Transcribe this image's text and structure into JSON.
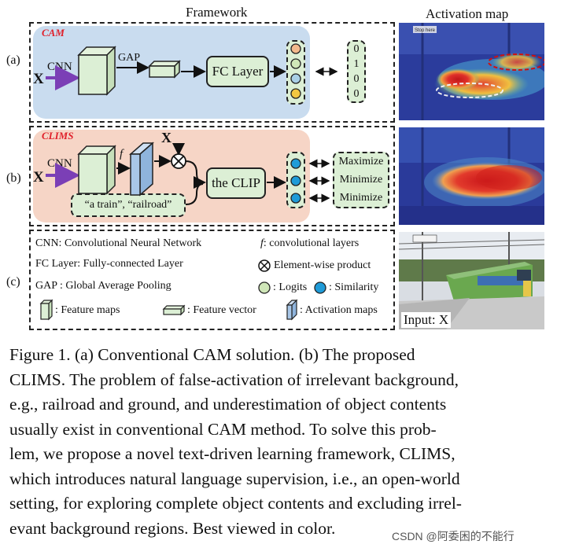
{
  "header": {
    "framework": "Framework",
    "activation_map": "Activation map"
  },
  "rows": {
    "a": {
      "label": "(a)",
      "tag": "CAM",
      "input": "X",
      "cnn": "CNN",
      "gap": "GAP",
      "fc": "FC Layer",
      "labels_vector": [
        "0",
        "1",
        "0",
        "0"
      ],
      "logit_colors": [
        "#f3b98c",
        "#cfe6b8",
        "#a9cfe6",
        "#f3c742"
      ]
    },
    "b": {
      "label": "(b)",
      "tag": "CLIMS",
      "input": "X",
      "cnn": "CNN",
      "f": "f",
      "x_top": "X",
      "clip": "the CLIP",
      "text": "“a train”, “railroad”",
      "objectives": [
        "Maximize",
        "Minimize",
        "Minimize"
      ]
    },
    "c": {
      "label": "(c)",
      "legend": {
        "cnn": "CNN: Convolutional Neural Network",
        "fc": "FC Layer: Fully-connected Layer",
        "gap": "GAP : Global Average Pooling",
        "f": ": convolutional layers",
        "f_symbol": "f",
        "elementwise": "Element-wise product",
        "logits": ": Logits",
        "similarity": ": Similarity",
        "feature_maps": ": Feature maps",
        "feature_vector": ": Feature vector",
        "activation_maps": ": Activation maps"
      },
      "input_label": "Input: X"
    }
  },
  "photo_sign": "Stop here",
  "colors": {
    "cam_bg": "#c9dcef",
    "clims_bg": "#f6d5c6",
    "box_green": "#dcefd5",
    "arrow_purple": "#7b3fb6",
    "tag_red": "#e0202a",
    "similarity_blue": "#1f9bd8"
  },
  "caption": [
    "Figure 1.   (a) Conventional CAM solution.   (b) The proposed",
    "CLIMS. The problem of false-activation of irrelevant background,",
    "e.g., railroad and ground, and underestimation of object contents",
    "usually exist in conventional CAM method. To solve this prob-",
    "lem, we propose a novel text-driven learning framework, CLIMS,",
    "which introduces natural language supervision, i.e., an open-world",
    "setting, for exploring complete object contents and excluding irrel-",
    "evant background regions. Best viewed in color."
  ],
  "watermark": "CSDN @阿委困的不能行"
}
